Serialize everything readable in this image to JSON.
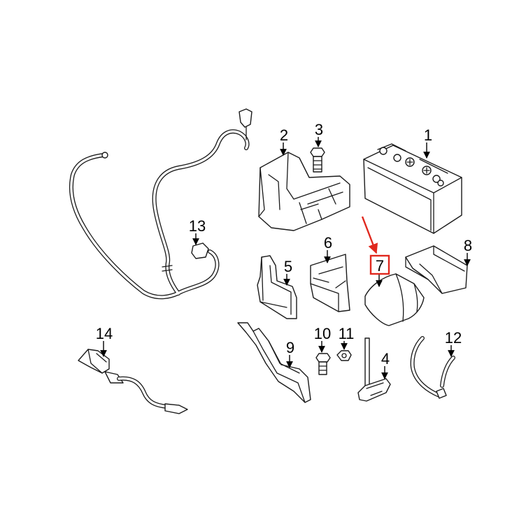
{
  "diagram": {
    "callouts": [
      {
        "id": "c1",
        "label": "1"
      },
      {
        "id": "c2",
        "label": "2"
      },
      {
        "id": "c3",
        "label": "3"
      },
      {
        "id": "c4",
        "label": "4"
      },
      {
        "id": "c5",
        "label": "5"
      },
      {
        "id": "c6",
        "label": "6"
      },
      {
        "id": "c7",
        "label": "7"
      },
      {
        "id": "c8",
        "label": "8"
      },
      {
        "id": "c9",
        "label": "9"
      },
      {
        "id": "c10",
        "label": "10"
      },
      {
        "id": "c11",
        "label": "11"
      },
      {
        "id": "c12",
        "label": "12"
      },
      {
        "id": "c13",
        "label": "13"
      },
      {
        "id": "c14",
        "label": "14"
      }
    ],
    "highlighted_callout": "7",
    "colors": {
      "line": "#1a1a1a",
      "highlight": "#e0281e",
      "background": "#ffffff"
    }
  }
}
